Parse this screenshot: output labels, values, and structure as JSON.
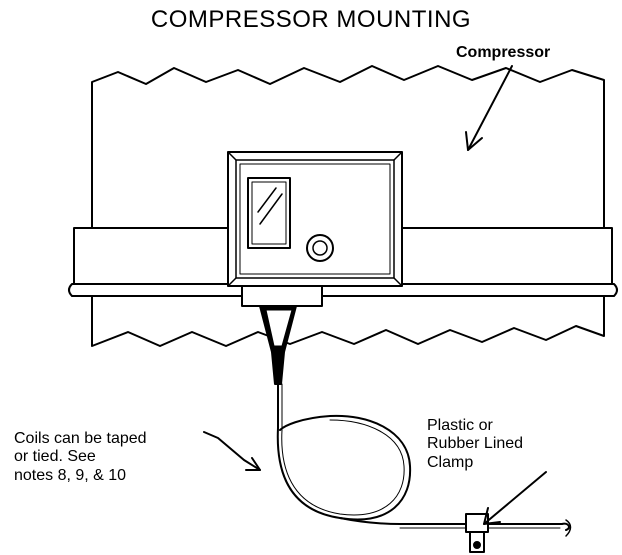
{
  "title": "COMPRESSOR MOUNTING",
  "labels": {
    "compressor": "Compressor",
    "coils": [
      "Coils can be taped",
      "or tied.  See",
      "notes 8, 9, & 10"
    ],
    "clamp": [
      "Plastic or",
      "Rubber Lined",
      "Clamp"
    ]
  },
  "colors": {
    "ink": "#000000",
    "paper": "#ffffff"
  }
}
